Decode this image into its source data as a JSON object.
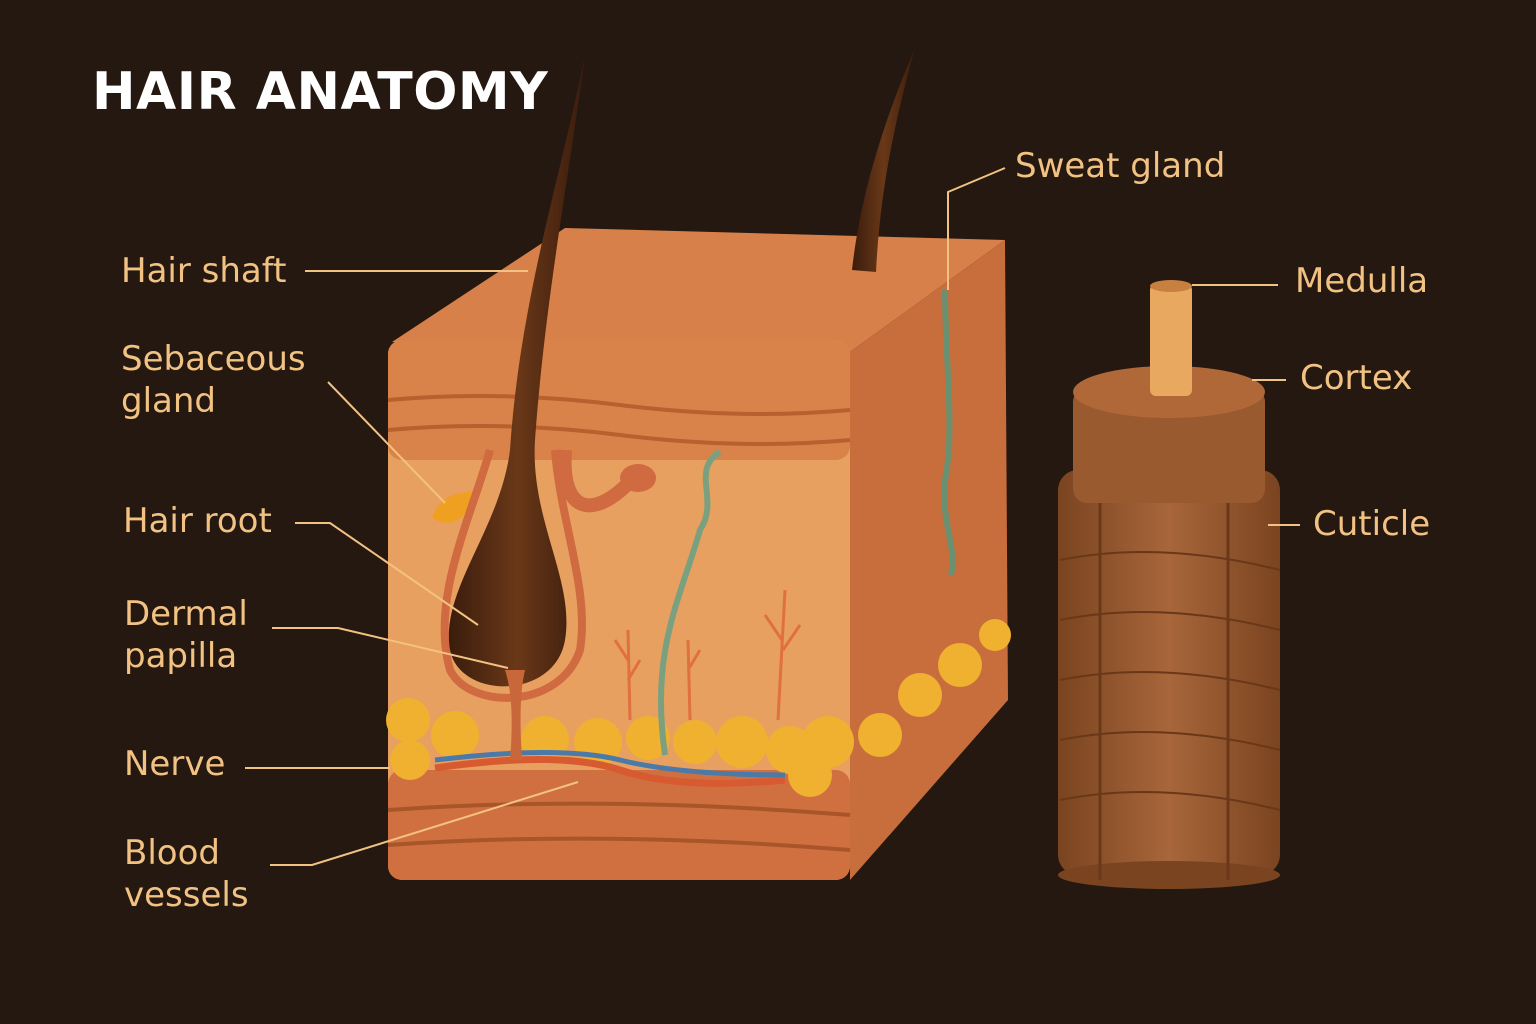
{
  "title": "HAIR ANATOMY",
  "labels": {
    "hair_shaft": "Hair shaft",
    "sebaceous_gland": "Sebaceous\ngland",
    "hair_root": "Hair root",
    "dermal_papilla": "Dermal\npapilla",
    "nerve": "Nerve",
    "blood_vessels": "Blood\nvessels",
    "sweat_gland": "Sweat gland",
    "medulla": "Medulla",
    "cortex": "Cortex",
    "cuticle": "Cuticle"
  },
  "colors": {
    "background": "#241810",
    "label": "#f2c283",
    "skin": "#e8a060",
    "epidermis": "#d9834a",
    "fat": "#f0b030",
    "hair": "#4a2612",
    "hair_cylinder": "#9a5a30"
  }
}
